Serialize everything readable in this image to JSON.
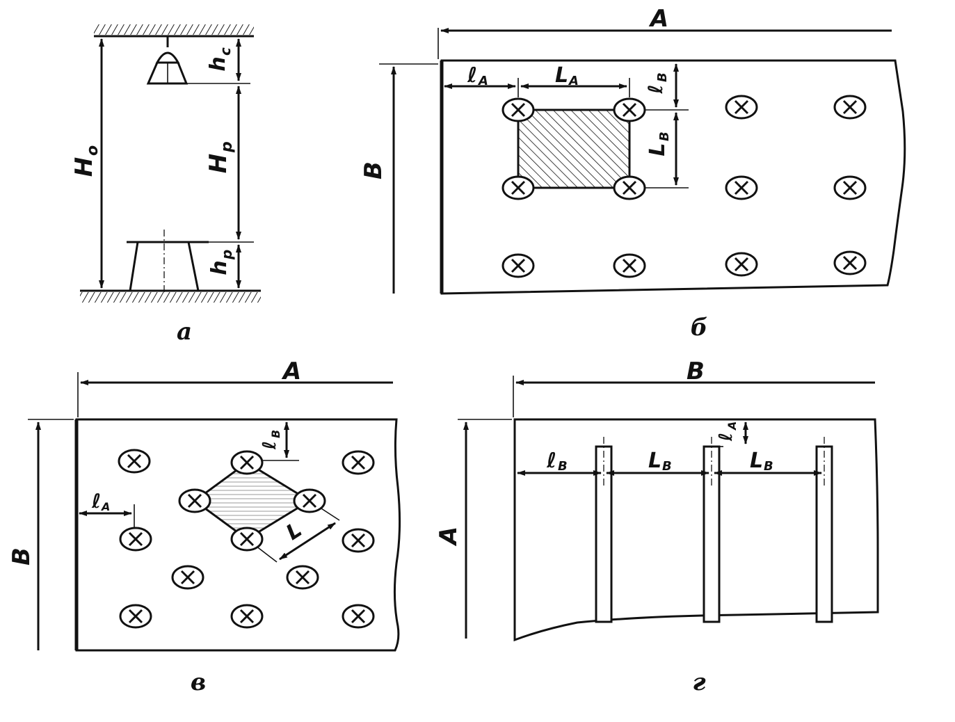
{
  "panels": {
    "a": {
      "caption": "а",
      "labels": {
        "H0_main": "H",
        "H0_sub": "o",
        "hc_main": "h",
        "hc_sub": "c",
        "Hp_main": "H",
        "Hp_sub": "p",
        "hp_main": "h",
        "hp_sub": "p"
      }
    },
    "b": {
      "caption": "б",
      "labels": {
        "A": "A",
        "B": "B",
        "lA_main": "ℓ",
        "lA_sub": "A",
        "LA_main": "L",
        "LA_sub": "A",
        "lB_main": "ℓ",
        "lB_sub": "B",
        "LB_main": "L",
        "LB_sub": "B"
      }
    },
    "v": {
      "caption": "в",
      "labels": {
        "A": "A",
        "B": "B",
        "lA_main": "ℓ",
        "lA_sub": "A",
        "lB_main": "ℓ",
        "lB_sub": "B",
        "L": "L"
      }
    },
    "g": {
      "caption": "г",
      "labels": {
        "B": "B",
        "A": "A",
        "lB_main": "ℓ",
        "lB_sub": "B",
        "LB1_main": "L",
        "LB1_sub": "B",
        "LB2_main": "L",
        "LB2_sub": "B",
        "lA_main": "ℓ",
        "lA_sub": "A"
      }
    }
  },
  "icons": {
    "luminaire": "luminaire-cross-circle-icon",
    "arrow": "dimension-arrow-icon"
  }
}
